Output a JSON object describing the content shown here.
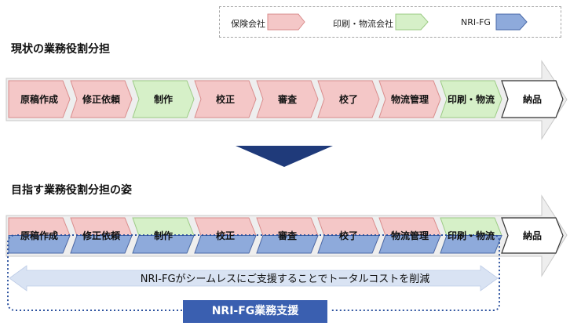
{
  "legend": {
    "items": [
      {
        "label": "保険会社",
        "color": "#f4c7c7"
      },
      {
        "label": "印刷・物流会社",
        "color": "#d6f0c8"
      },
      {
        "label": "NRI-FG",
        "color": "#8eaadb"
      }
    ]
  },
  "current_flow": {
    "title": "現状の業務役割分担",
    "steps": [
      {
        "label": "原稿作成",
        "owner": "insurer"
      },
      {
        "label": "修正依頼",
        "owner": "insurer"
      },
      {
        "label": "制作",
        "owner": "printer"
      },
      {
        "label": "校正",
        "owner": "insurer"
      },
      {
        "label": "審査",
        "owner": "insurer"
      },
      {
        "label": "校了",
        "owner": "insurer"
      },
      {
        "label": "物流管理",
        "owner": "insurer"
      },
      {
        "label": "印刷・物流",
        "owner": "printer"
      },
      {
        "label": "納品",
        "owner": "none"
      }
    ]
  },
  "target_flow": {
    "title": "目指す業務役割分担の姿",
    "steps": [
      {
        "label": "原稿作成",
        "owner": "insurer"
      },
      {
        "label": "修正依頼",
        "owner": "insurer"
      },
      {
        "label": "制作",
        "owner": "printer"
      },
      {
        "label": "校正",
        "owner": "insurer"
      },
      {
        "label": "審査",
        "owner": "insurer"
      },
      {
        "label": "校了",
        "owner": "insurer"
      },
      {
        "label": "物流管理",
        "owner": "insurer"
      },
      {
        "label": "印刷・物流",
        "owner": "printer"
      },
      {
        "label": "納品",
        "owner": "none"
      }
    ],
    "band_text": "NRI-FGがシームレスにご支援することでトータルコストを削減",
    "support_label": "NRI-FG業務支援"
  },
  "colors": {
    "insurer": "#f4c7c7",
    "insurer_stroke": "#d98c8c",
    "printer": "#d6f0c8",
    "printer_stroke": "#9ccb85",
    "none": "#ffffff",
    "none_stroke": "#333333",
    "nri": "#8eaadb",
    "nri_stroke": "#4a6aa8",
    "big_arrow": "#eeeeee",
    "big_arrow_stroke": "#c8c8c8",
    "down_arrow": "#1f3a7a",
    "band": "#d9e3f3",
    "dotted": "#2f54a0",
    "badge": "#3a5fb0"
  }
}
